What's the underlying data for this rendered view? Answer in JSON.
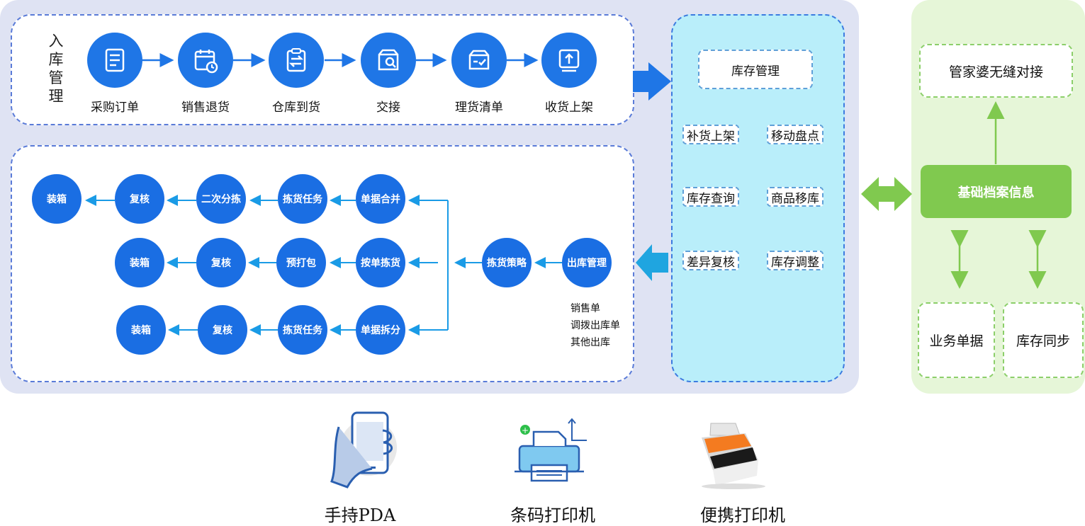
{
  "colors": {
    "blue_node": "#1a6ee3",
    "step_blue": "#1f76e6",
    "green": "#80c94f",
    "cyan_panel": "#b9eefa"
  },
  "inbound": {
    "title": "入库管理",
    "steps": [
      {
        "label": "采购订单",
        "icon": "document-icon"
      },
      {
        "label": "销售退货",
        "icon": "calendar-icon"
      },
      {
        "label": "仓库到货",
        "icon": "clipboard-transfer-icon"
      },
      {
        "label": "交接",
        "icon": "search-box-icon"
      },
      {
        "label": "理货清单",
        "icon": "checked-box-icon"
      },
      {
        "label": "收货上架",
        "icon": "upload-icon"
      }
    ]
  },
  "inventory": {
    "title": "库存管理",
    "items": [
      "补货上架",
      "移动盘点",
      "库存查询",
      "商品移库",
      "差异复核",
      "库存调整"
    ]
  },
  "outbound": {
    "start": "出库管理",
    "strategy": "拣货策略",
    "types": [
      "销售单",
      "调拨出库单",
      "其他出库"
    ],
    "rows": [
      [
        "单据合并",
        "拣货任务",
        "二次分拣",
        "复核",
        "装箱"
      ],
      [
        "按单拣货",
        "预打包",
        "复核",
        "装箱"
      ],
      [
        "单据拆分",
        "拣货任务",
        "复核",
        "装箱"
      ]
    ]
  },
  "right": {
    "top": "管家婆无缝对接",
    "base": "基础档案信息",
    "bottom": [
      "业务单据",
      "库存同步"
    ]
  },
  "devices": [
    {
      "label": "手持PDA",
      "icon": "handheld-pda-icon"
    },
    {
      "label": "条码打印机",
      "icon": "barcode-printer-icon"
    },
    {
      "label": "便携打印机",
      "icon": "portable-printer-icon"
    }
  ]
}
